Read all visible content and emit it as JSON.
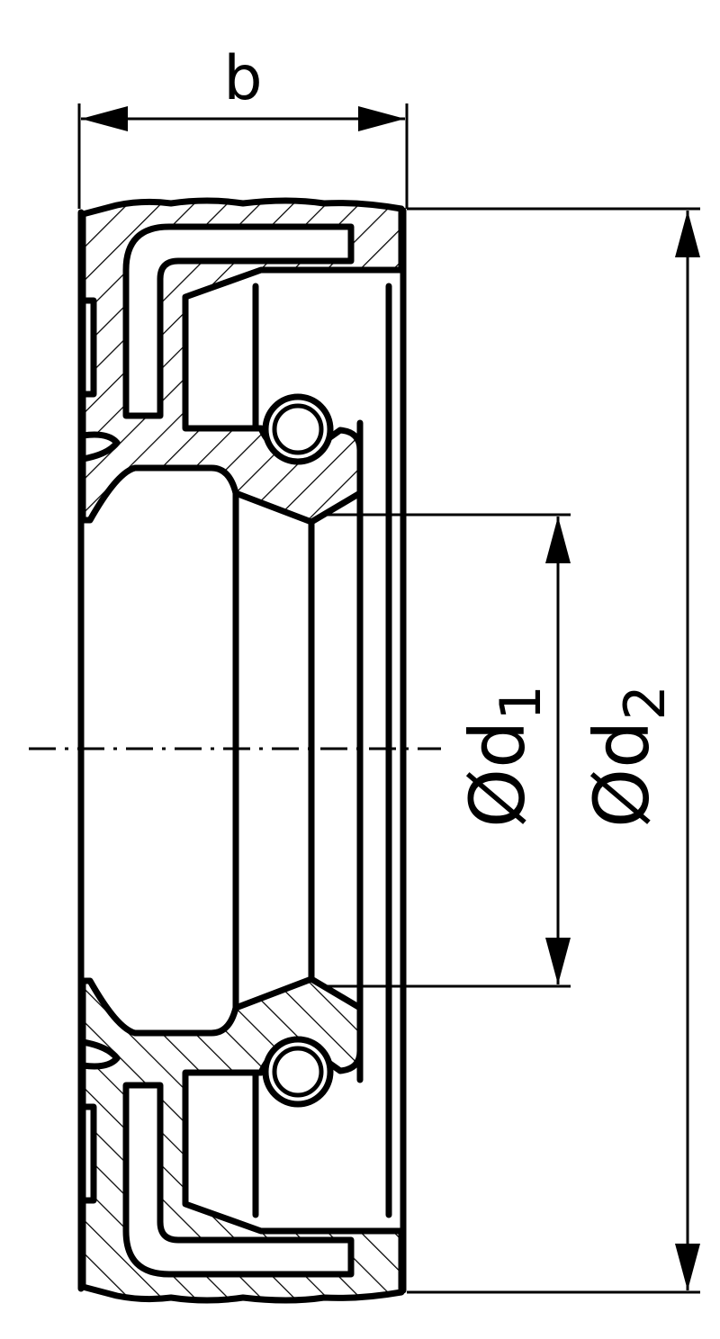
{
  "labels": {
    "width": "b",
    "inner_diameter_symbol": "Ød",
    "inner_diameter_sub": "1",
    "outer_diameter_symbol": "Ød",
    "outer_diameter_sub": "2"
  },
  "colors": {
    "line": "#000000",
    "background": "#ffffff"
  }
}
